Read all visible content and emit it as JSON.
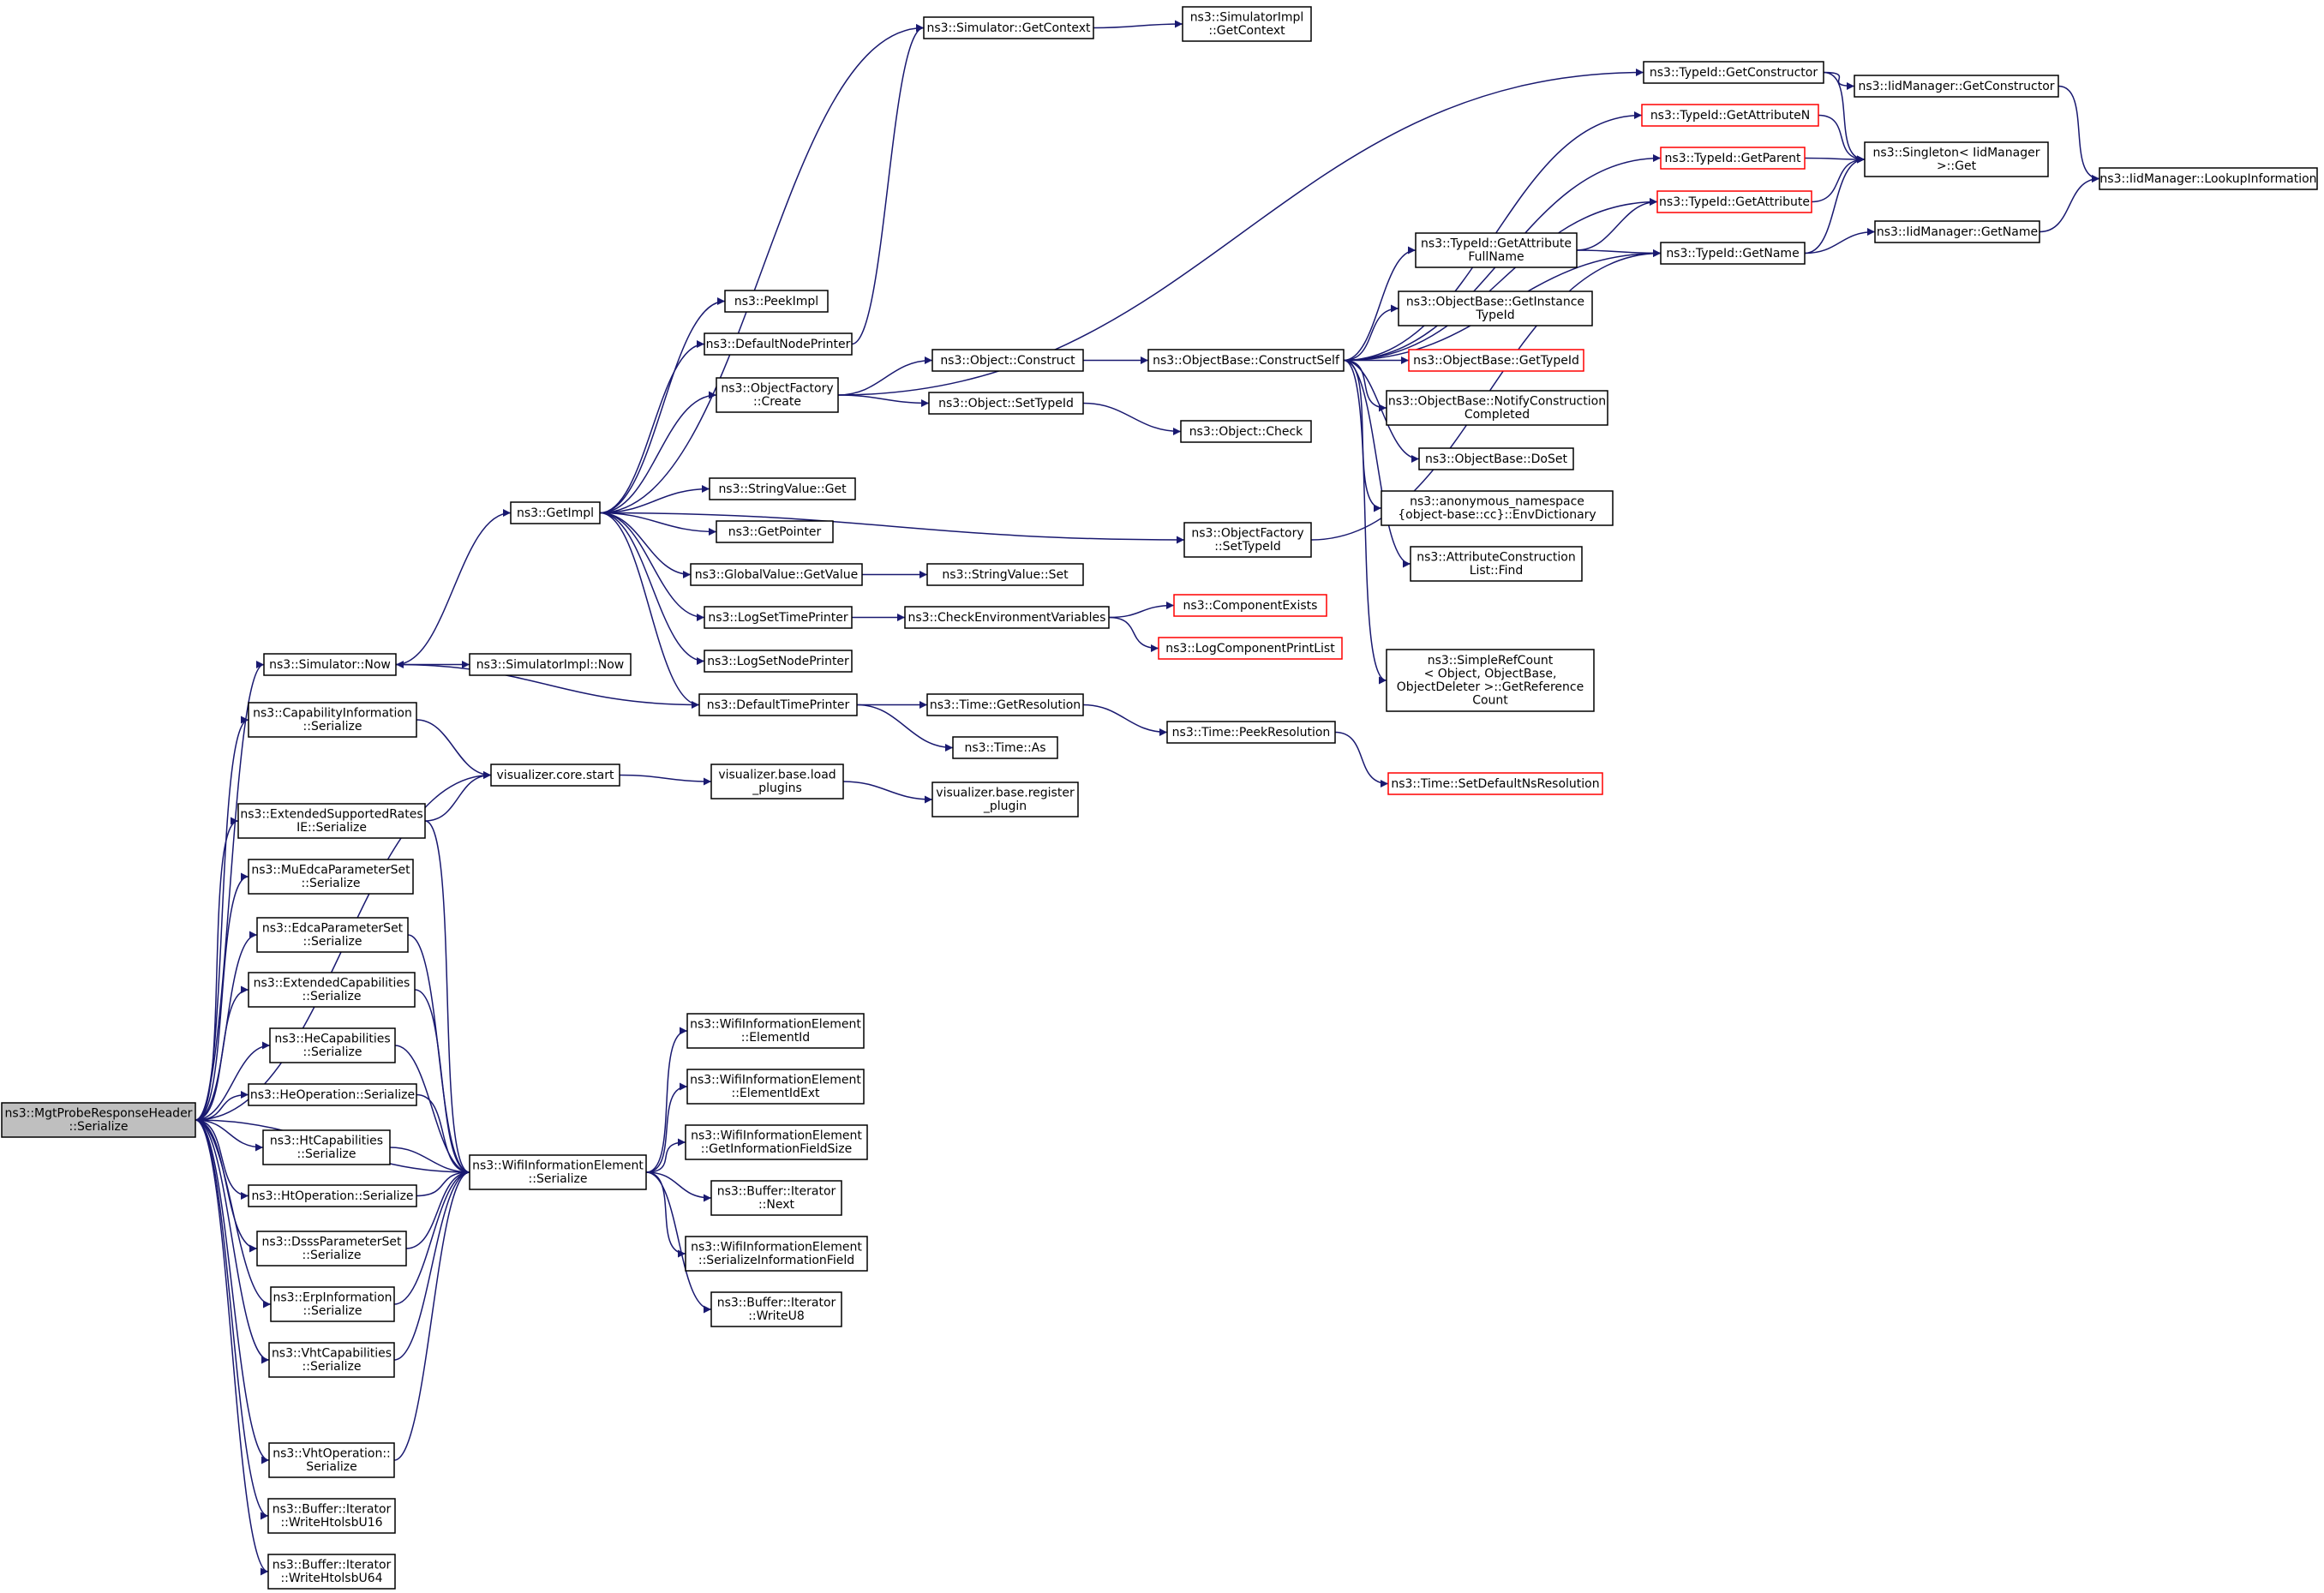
{
  "colors": {
    "edge": "#191970",
    "box_border": "#000000",
    "box_border_unresolved": "#ff0000",
    "root_fill": "#bfbfbf"
  },
  "nodes": [
    {
      "id": "root",
      "lines": [
        "ns3::MgtProbeResponseHeader",
        "::Serialize"
      ],
      "style": "root"
    },
    {
      "id": "simnow",
      "lines": [
        "ns3::Simulator::Now"
      ]
    },
    {
      "id": "capinfo",
      "lines": [
        "ns3::CapabilityInformation",
        "::Serialize"
      ]
    },
    {
      "id": "extsup",
      "lines": [
        "ns3::ExtendedSupportedRates",
        "IE::Serialize"
      ]
    },
    {
      "id": "muedca",
      "lines": [
        "ns3::MuEdcaParameterSet",
        "::Serialize"
      ]
    },
    {
      "id": "edca",
      "lines": [
        "ns3::EdcaParameterSet",
        "::Serialize"
      ]
    },
    {
      "id": "extcap",
      "lines": [
        "ns3::ExtendedCapabilities",
        "::Serialize"
      ]
    },
    {
      "id": "hecap",
      "lines": [
        "ns3::HeCapabilities",
        "::Serialize"
      ]
    },
    {
      "id": "heop",
      "lines": [
        "ns3::HeOperation::Serialize"
      ]
    },
    {
      "id": "htcap",
      "lines": [
        "ns3::HtCapabilities",
        "::Serialize"
      ]
    },
    {
      "id": "htop",
      "lines": [
        "ns3::HtOperation::Serialize"
      ]
    },
    {
      "id": "dsss",
      "lines": [
        "ns3::DsssParameterSet",
        "::Serialize"
      ]
    },
    {
      "id": "erp",
      "lines": [
        "ns3::ErpInformation",
        "::Serialize"
      ]
    },
    {
      "id": "vhtcap",
      "lines": [
        "ns3::VhtCapabilities",
        "::Serialize"
      ]
    },
    {
      "id": "vhtop",
      "lines": [
        "ns3::VhtOperation::",
        "Serialize"
      ]
    },
    {
      "id": "wu16",
      "lines": [
        "ns3::Buffer::Iterator",
        "::WriteHtolsbU16"
      ]
    },
    {
      "id": "wu64",
      "lines": [
        "ns3::Buffer::Iterator",
        "::WriteHtolsbU64"
      ]
    },
    {
      "id": "getimpl",
      "lines": [
        "ns3::GetImpl"
      ]
    },
    {
      "id": "simimplnow",
      "lines": [
        "ns3::SimulatorImpl::Now"
      ]
    },
    {
      "id": "viscore",
      "lines": [
        "visualizer.core.start"
      ]
    },
    {
      "id": "wifiser",
      "lines": [
        "ns3::WifiInformationElement",
        "::Serialize"
      ]
    },
    {
      "id": "simgetctx",
      "lines": [
        "ns3::Simulator::GetContext"
      ]
    },
    {
      "id": "peekimpl",
      "lines": [
        "ns3::PeekImpl"
      ]
    },
    {
      "id": "defnodeprinter",
      "lines": [
        "ns3::DefaultNodePrinter"
      ]
    },
    {
      "id": "objfactcreate",
      "lines": [
        "ns3::ObjectFactory",
        "::Create"
      ]
    },
    {
      "id": "strvalget",
      "lines": [
        "ns3::StringValue::Get"
      ]
    },
    {
      "id": "getpointer",
      "lines": [
        "ns3::GetPointer"
      ]
    },
    {
      "id": "globalget",
      "lines": [
        "ns3::GlobalValue::GetValue"
      ]
    },
    {
      "id": "logsettime",
      "lines": [
        "ns3::LogSetTimePrinter"
      ]
    },
    {
      "id": "logsetnode",
      "lines": [
        "ns3::LogSetNodePrinter"
      ]
    },
    {
      "id": "deftimeprinter",
      "lines": [
        "ns3::DefaultTimePrinter"
      ]
    },
    {
      "id": "visload",
      "lines": [
        "visualizer.base.load",
        "_plugins"
      ]
    },
    {
      "id": "wifielemid",
      "lines": [
        "ns3::WifiInformationElement",
        "::ElementId"
      ]
    },
    {
      "id": "wifielemidext",
      "lines": [
        "ns3::WifiInformationElement",
        "::ElementIdExt"
      ]
    },
    {
      "id": "wifigetsize",
      "lines": [
        "ns3::WifiInformationElement",
        "::GetInformationFieldSize"
      ]
    },
    {
      "id": "bufnext",
      "lines": [
        "ns3::Buffer::Iterator",
        "::Next"
      ]
    },
    {
      "id": "wifiserfield",
      "lines": [
        "ns3::WifiInformationElement",
        "::SerializeInformationField"
      ]
    },
    {
      "id": "bufwriteu8",
      "lines": [
        "ns3::Buffer::Iterator",
        "::WriteU8"
      ]
    },
    {
      "id": "simimplctx",
      "lines": [
        "ns3::SimulatorImpl",
        "::GetContext"
      ]
    },
    {
      "id": "objconstruct",
      "lines": [
        "ns3::Object::Construct"
      ]
    },
    {
      "id": "objsettypeid",
      "lines": [
        "ns3::Object::SetTypeId"
      ]
    },
    {
      "id": "objfactsettypeid",
      "lines": [
        "ns3::ObjectFactory",
        "::SetTypeId"
      ]
    },
    {
      "id": "strvalset",
      "lines": [
        "ns3::StringValue::Set"
      ]
    },
    {
      "id": "checkenv",
      "lines": [
        "ns3::CheckEnvironmentVariables"
      ]
    },
    {
      "id": "timegetres",
      "lines": [
        "ns3::Time::GetResolution"
      ]
    },
    {
      "id": "timeas",
      "lines": [
        "ns3::Time::As"
      ]
    },
    {
      "id": "visreg",
      "lines": [
        "visualizer.base.register",
        "_plugin"
      ]
    },
    {
      "id": "objbasecs",
      "lines": [
        "ns3::ObjectBase::ConstructSelf"
      ]
    },
    {
      "id": "objcheck",
      "lines": [
        "ns3::Object::Check"
      ]
    },
    {
      "id": "compexists",
      "lines": [
        "ns3::ComponentExists"
      ],
      "style": "red"
    },
    {
      "id": "logcompprint",
      "lines": [
        "ns3::LogComponentPrintList"
      ],
      "style": "red"
    },
    {
      "id": "timepeekres",
      "lines": [
        "ns3::Time::PeekResolution"
      ]
    },
    {
      "id": "tidgetctor",
      "lines": [
        "ns3::TypeId::GetConstructor"
      ]
    },
    {
      "id": "tidgetattrn",
      "lines": [
        "ns3::TypeId::GetAttributeN"
      ],
      "style": "red"
    },
    {
      "id": "tidgetparent",
      "lines": [
        "ns3::TypeId::GetParent"
      ],
      "style": "red"
    },
    {
      "id": "tidgetattr",
      "lines": [
        "ns3::TypeId::GetAttribute"
      ],
      "style": "red"
    },
    {
      "id": "tidgetattrfull",
      "lines": [
        "ns3::TypeId::GetAttribute",
        "FullName"
      ]
    },
    {
      "id": "objbasegetinst",
      "lines": [
        "ns3::ObjectBase::GetInstance",
        "TypeId"
      ]
    },
    {
      "id": "objbasegettid",
      "lines": [
        "ns3::ObjectBase::GetTypeId"
      ],
      "style": "red"
    },
    {
      "id": "objbasenotify",
      "lines": [
        "ns3::ObjectBase::NotifyConstruction",
        "Completed"
      ]
    },
    {
      "id": "objbasedoset",
      "lines": [
        "ns3::ObjectBase::DoSet"
      ]
    },
    {
      "id": "anonenv",
      "lines": [
        "ns3::anonymous_namespace",
        "{object-base::cc}::EnvDictionary"
      ]
    },
    {
      "id": "attrlistfind",
      "lines": [
        "ns3::AttributeConstruction",
        "List::Find"
      ]
    },
    {
      "id": "simplerefcount",
      "lines": [
        "ns3::SimpleRefCount",
        "< Object, ObjectBase,",
        "ObjectDeleter >::GetReference",
        "Count"
      ]
    },
    {
      "id": "timesetdefns",
      "lines": [
        "ns3::Time::SetDefaultNsResolution"
      ],
      "style": "red"
    },
    {
      "id": "tidgetname",
      "lines": [
        "ns3::TypeId::GetName"
      ]
    },
    {
      "id": "iidgetctor",
      "lines": [
        "ns3::IidManager::GetConstructor"
      ]
    },
    {
      "id": "singletonget",
      "lines": [
        "ns3::Singleton< IidManager",
        ">::Get"
      ]
    },
    {
      "id": "iidgetname",
      "lines": [
        "ns3::IidManager::GetName"
      ]
    },
    {
      "id": "iidlookup",
      "lines": [
        "ns3::IidManager::LookupInformation"
      ]
    }
  ],
  "edges": [
    [
      "root",
      "simnow"
    ],
    [
      "root",
      "capinfo"
    ],
    [
      "root",
      "viscore"
    ],
    [
      "root",
      "extsup"
    ],
    [
      "root",
      "muedca"
    ],
    [
      "root",
      "edca"
    ],
    [
      "root",
      "extcap"
    ],
    [
      "root",
      "hecap"
    ],
    [
      "root",
      "heop"
    ],
    [
      "root",
      "htcap"
    ],
    [
      "root",
      "htop"
    ],
    [
      "root",
      "dsss"
    ],
    [
      "root",
      "erp"
    ],
    [
      "root",
      "vhtcap"
    ],
    [
      "root",
      "wifiser"
    ],
    [
      "root",
      "vhtop"
    ],
    [
      "root",
      "wu16"
    ],
    [
      "root",
      "wu64"
    ],
    [
      "simnow",
      "getimpl"
    ],
    [
      "simnow",
      "simimplnow"
    ],
    [
      "capinfo",
      "viscore"
    ],
    [
      "extsup",
      "viscore"
    ],
    [
      "extsup",
      "wifiser"
    ],
    [
      "edca",
      "wifiser"
    ],
    [
      "extcap",
      "wifiser"
    ],
    [
      "hecap",
      "wifiser"
    ],
    [
      "heop",
      "wifiser"
    ],
    [
      "htcap",
      "wifiser"
    ],
    [
      "htop",
      "wifiser"
    ],
    [
      "dsss",
      "wifiser"
    ],
    [
      "erp",
      "wifiser"
    ],
    [
      "vhtcap",
      "wifiser"
    ],
    [
      "vhtop",
      "wifiser"
    ],
    [
      "getimpl",
      "simgetctx"
    ],
    [
      "getimpl",
      "peekimpl"
    ],
    [
      "getimpl",
      "defnodeprinter"
    ],
    [
      "getimpl",
      "objfactcreate"
    ],
    [
      "getimpl",
      "objfactsettypeid"
    ],
    [
      "getimpl",
      "strvalget"
    ],
    [
      "getimpl",
      "getpointer"
    ],
    [
      "getimpl",
      "globalget"
    ],
    [
      "getimpl",
      "logsettime"
    ],
    [
      "getimpl",
      "logsetnode"
    ],
    [
      "getimpl",
      "deftimeprinter"
    ],
    [
      "defnodeprinter",
      "simgetctx"
    ],
    [
      "simgetctx",
      "simimplctx"
    ],
    [
      "objfactcreate",
      "tidgetctor"
    ],
    [
      "objfactcreate",
      "objconstruct"
    ],
    [
      "objfactcreate",
      "objsettypeid"
    ],
    [
      "objconstruct",
      "objbasecs"
    ],
    [
      "objsettypeid",
      "objcheck"
    ],
    [
      "globalget",
      "strvalset"
    ],
    [
      "logsettime",
      "checkenv"
    ],
    [
      "checkenv",
      "compexists"
    ],
    [
      "checkenv",
      "logcompprint"
    ],
    [
      "deftimeprinter",
      "simnow"
    ],
    [
      "deftimeprinter",
      "timegetres"
    ],
    [
      "deftimeprinter",
      "timeas"
    ],
    [
      "timegetres",
      "timepeekres"
    ],
    [
      "timepeekres",
      "timesetdefns"
    ],
    [
      "viscore",
      "visload"
    ],
    [
      "visload",
      "visreg"
    ],
    [
      "wifiser",
      "wifielemid"
    ],
    [
      "wifiser",
      "wifielemidext"
    ],
    [
      "wifiser",
      "wifigetsize"
    ],
    [
      "wifiser",
      "bufnext"
    ],
    [
      "wifiser",
      "wifiserfield"
    ],
    [
      "wifiser",
      "bufwriteu8"
    ],
    [
      "objbasecs",
      "tidgetattrn"
    ],
    [
      "objbasecs",
      "tidgetparent"
    ],
    [
      "objbasecs",
      "tidgetattr"
    ],
    [
      "objbasecs",
      "tidgetattrfull"
    ],
    [
      "objbasecs",
      "objbasegetinst"
    ],
    [
      "objbasecs",
      "objbasegettid"
    ],
    [
      "objbasecs",
      "objbasenotify"
    ],
    [
      "objbasecs",
      "objbasedoset"
    ],
    [
      "objbasecs",
      "anonenv"
    ],
    [
      "objbasecs",
      "attrlistfind"
    ],
    [
      "objbasecs",
      "simplerefcount"
    ],
    [
      "objbasecs",
      "tidgetname"
    ],
    [
      "objfactsettypeid",
      "tidgetname"
    ],
    [
      "tidgetattrfull",
      "tidgetattr"
    ],
    [
      "tidgetattrfull",
      "tidgetname"
    ],
    [
      "tidgetctor",
      "iidgetctor"
    ],
    [
      "tidgetctor",
      "singletonget"
    ],
    [
      "tidgetattrn",
      "singletonget"
    ],
    [
      "tidgetparent",
      "singletonget"
    ],
    [
      "tidgetattr",
      "singletonget"
    ],
    [
      "tidgetname",
      "singletonget"
    ],
    [
      "tidgetname",
      "iidgetname"
    ],
    [
      "iidgetctor",
      "iidlookup"
    ],
    [
      "iidgetname",
      "iidlookup"
    ]
  ]
}
